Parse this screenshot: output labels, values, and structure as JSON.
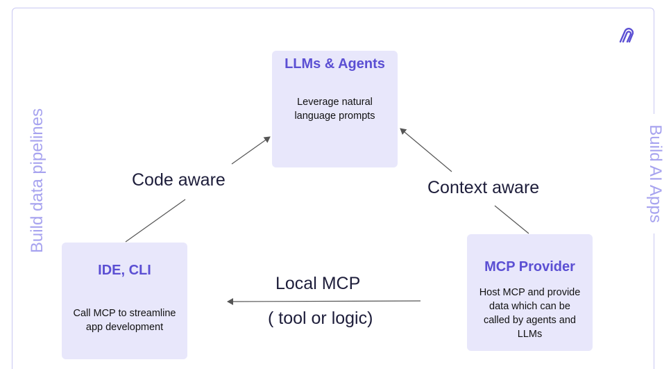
{
  "nodes": {
    "llms": {
      "title": "LLMs & Agents",
      "desc": "Leverage natural language prompts"
    },
    "ide": {
      "title": "IDE, CLI",
      "desc": "Call MCP to streamline app development"
    },
    "mcp": {
      "title": "MCP Provider",
      "desc": "Host MCP and provide data which can be called by agents and LLMs"
    }
  },
  "edges": {
    "code_aware": "Code aware",
    "context_aware": "Context aware",
    "local_mcp": "Local MCP",
    "tool_logic": "( tool or logic)"
  },
  "sides": {
    "left": "Build data pipelines",
    "right": "Build AI Apps"
  },
  "logo": {
    "icon": "brand-logo-icon",
    "color": "#5b4fd3"
  },
  "colors": {
    "box": "#e8e7fb",
    "title": "#5b4fd3",
    "side": "#a7a3ef",
    "frame": "#c9c8f2"
  }
}
